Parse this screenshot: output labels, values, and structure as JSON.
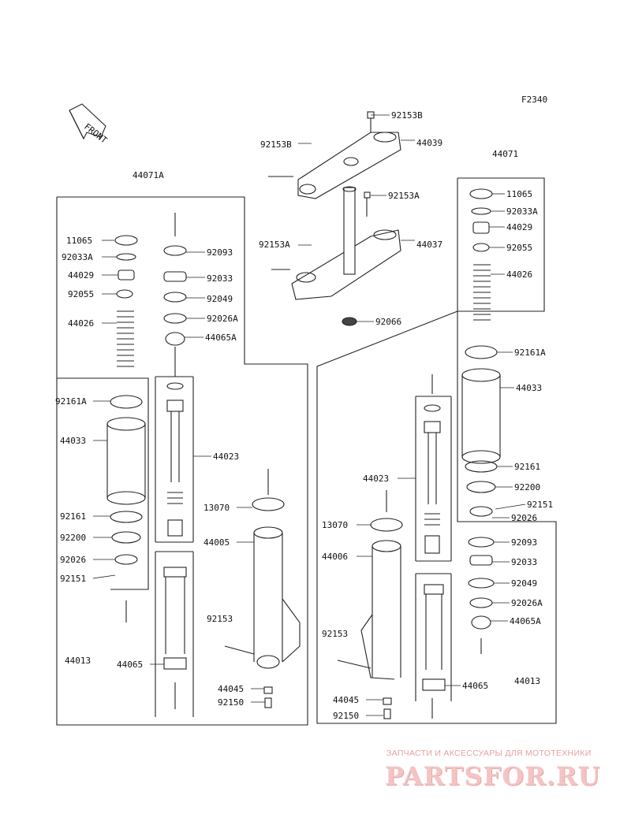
{
  "figure_code": "F2340",
  "front_label": "FRONT",
  "parts": {
    "p92153B_a": "92153B",
    "p92153B_b": "92153B",
    "p44039": "44039",
    "p44071": "44071",
    "p44071A": "44071A",
    "p92153A_a": "92153A",
    "p92153A_b": "92153A",
    "p44037": "44037",
    "p92066": "92066",
    "l11065": "11065",
    "l92033A": "92033A",
    "l44029": "44029",
    "l92055": "92055",
    "l44026": "44026",
    "l92161A": "92161A",
    "l44033": "44033",
    "l92161": "92161",
    "l92200": "92200",
    "l92026": "92026",
    "l92151": "92151",
    "l44013": "44013",
    "l92093": "92093",
    "l92033": "92033",
    "l92049": "92049",
    "l92026A": "92026A",
    "l44065A": "44065A",
    "l44023": "44023",
    "l13070": "13070",
    "l44005": "44005",
    "l92153": "92153",
    "l44065": "44065",
    "l44045": "44045",
    "l92150": "92150",
    "r11065": "11065",
    "r92033A": "92033A",
    "r44029": "44029",
    "r92055": "92055",
    "r44026": "44026",
    "r92161A": "92161A",
    "r44033": "44033",
    "r92161": "92161",
    "r92200": "92200",
    "r92151": "92151",
    "r92026": "92026",
    "r92093": "92093",
    "r92033": "92033",
    "r92049": "92049",
    "r92026A": "92026A",
    "r44065A": "44065A",
    "r44023": "44023",
    "r13070": "13070",
    "r44006": "44006",
    "r92153": "92153",
    "r44065": "44065",
    "r44013": "44013",
    "r44045": "44045",
    "r92150": "92150"
  },
  "watermark": {
    "tagline": "ЗАПЧАСТИ И АКСЕССУАРЫ ДЛЯ МОТОТЕХНИКИ",
    "brand": "PARTSFOR.RU"
  }
}
